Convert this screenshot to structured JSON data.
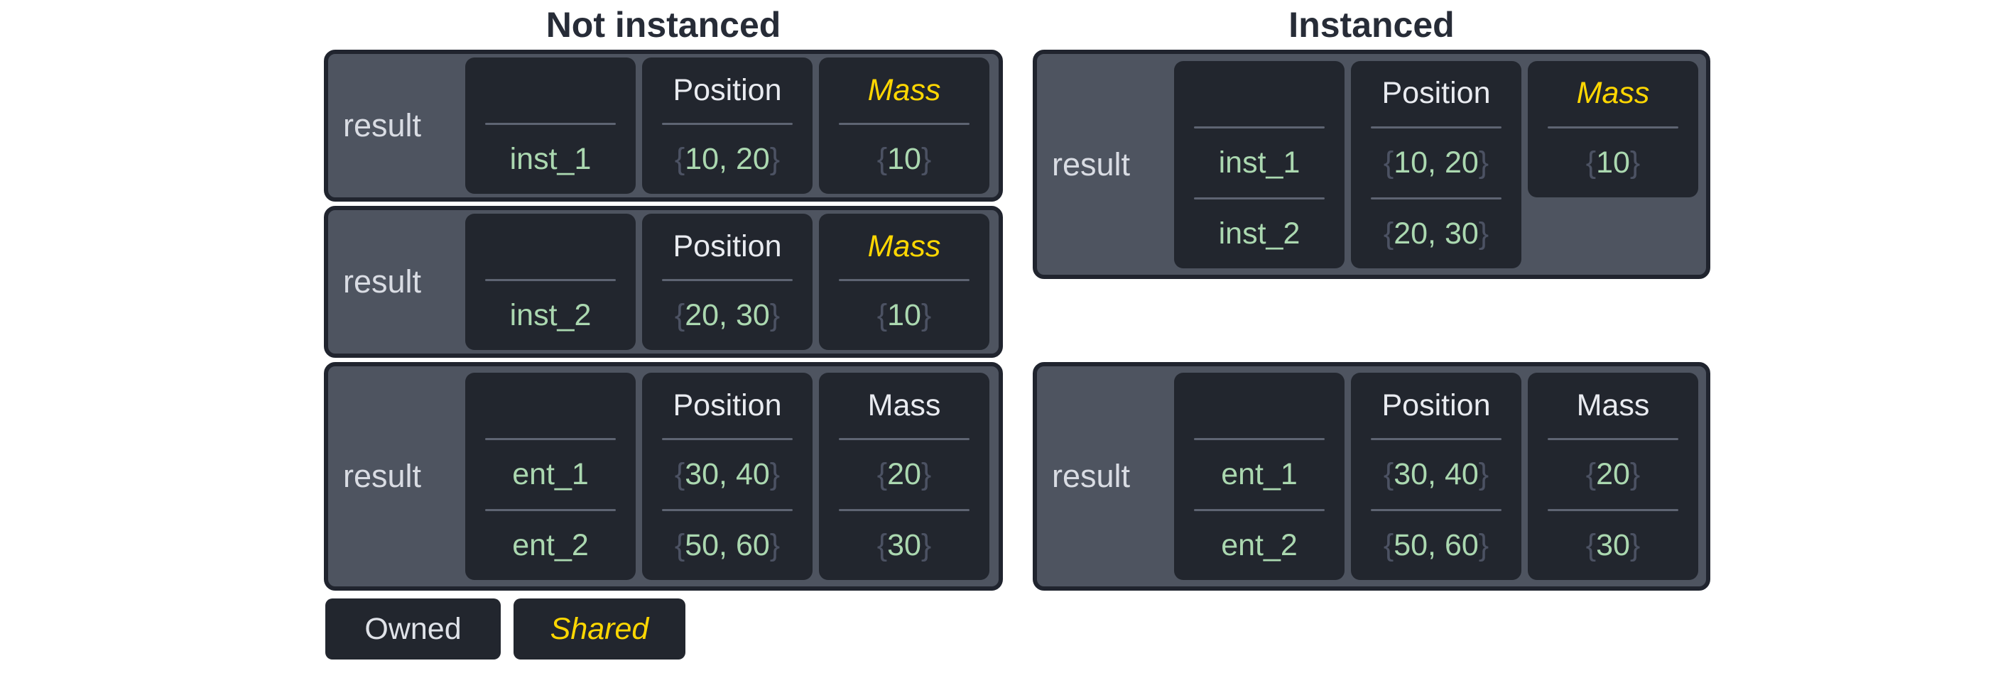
{
  "titles": {
    "not_instanced": "Not instanced",
    "instanced": "Instanced"
  },
  "legend": {
    "owned": "Owned",
    "shared": "Shared"
  },
  "colors": {
    "page_background": "#ffffff",
    "table_background": "#4e5460",
    "table_border": "#20242e",
    "cell_background": "#22262e",
    "owned_text": "#e9ebf0",
    "shared_text": "#ffd702",
    "value_green": "#abd8b0",
    "brace_gray": "#4c5263",
    "divider_gray": "#5e6472",
    "title_text": "#272c37"
  },
  "boxes": [
    {
      "result_label": "result",
      "entity": {
        "header": "",
        "rows": [
          "inst_1"
        ]
      },
      "position": {
        "header": "Position",
        "rows": [
          {
            "open": "{",
            "value": "10, 20",
            "close": "}"
          }
        ]
      },
      "mass": {
        "header": "Mass",
        "shared": true,
        "rows": [
          {
            "open": "{",
            "value": "10",
            "close": "}"
          }
        ]
      }
    },
    {
      "result_label": "result",
      "entity": {
        "header": "",
        "rows": [
          "inst_2"
        ]
      },
      "position": {
        "header": "Position",
        "rows": [
          {
            "open": "{",
            "value": "20, 30",
            "close": "}"
          }
        ]
      },
      "mass": {
        "header": "Mass",
        "shared": true,
        "rows": [
          {
            "open": "{",
            "value": "10",
            "close": "}"
          }
        ]
      }
    },
    {
      "result_label": "result",
      "entity": {
        "header": "",
        "rows": [
          "ent_1",
          "ent_2"
        ]
      },
      "position": {
        "header": "Position",
        "rows": [
          {
            "open": "{",
            "value": "30, 40",
            "close": "}"
          },
          {
            "open": "{",
            "value": "50, 60",
            "close": "}"
          }
        ]
      },
      "mass": {
        "header": "Mass",
        "shared": false,
        "rows": [
          {
            "open": "{",
            "value": "20",
            "close": "}"
          },
          {
            "open": "{",
            "value": "30",
            "close": "}"
          }
        ]
      }
    },
    {
      "result_label": "result",
      "entity": {
        "header": "",
        "rows": [
          "inst_1",
          "inst_2"
        ]
      },
      "position": {
        "header": "Position",
        "rows": [
          {
            "open": "{",
            "value": "10, 20",
            "close": "}"
          },
          {
            "open": "{",
            "value": "20, 30",
            "close": "}"
          }
        ]
      },
      "mass": {
        "header": "Mass",
        "shared": true,
        "single_shared_value": true,
        "rows": [
          {
            "open": "{",
            "value": "10",
            "close": "}"
          }
        ]
      }
    },
    {
      "result_label": "result",
      "entity": {
        "header": "",
        "rows": [
          "ent_1",
          "ent_2"
        ]
      },
      "position": {
        "header": "Position",
        "rows": [
          {
            "open": "{",
            "value": "30, 40",
            "close": "}"
          },
          {
            "open": "{",
            "value": "50, 60",
            "close": "}"
          }
        ]
      },
      "mass": {
        "header": "Mass",
        "shared": false,
        "rows": [
          {
            "open": "{",
            "value": "20",
            "close": "}"
          },
          {
            "open": "{",
            "value": "30",
            "close": "}"
          }
        ]
      }
    }
  ]
}
